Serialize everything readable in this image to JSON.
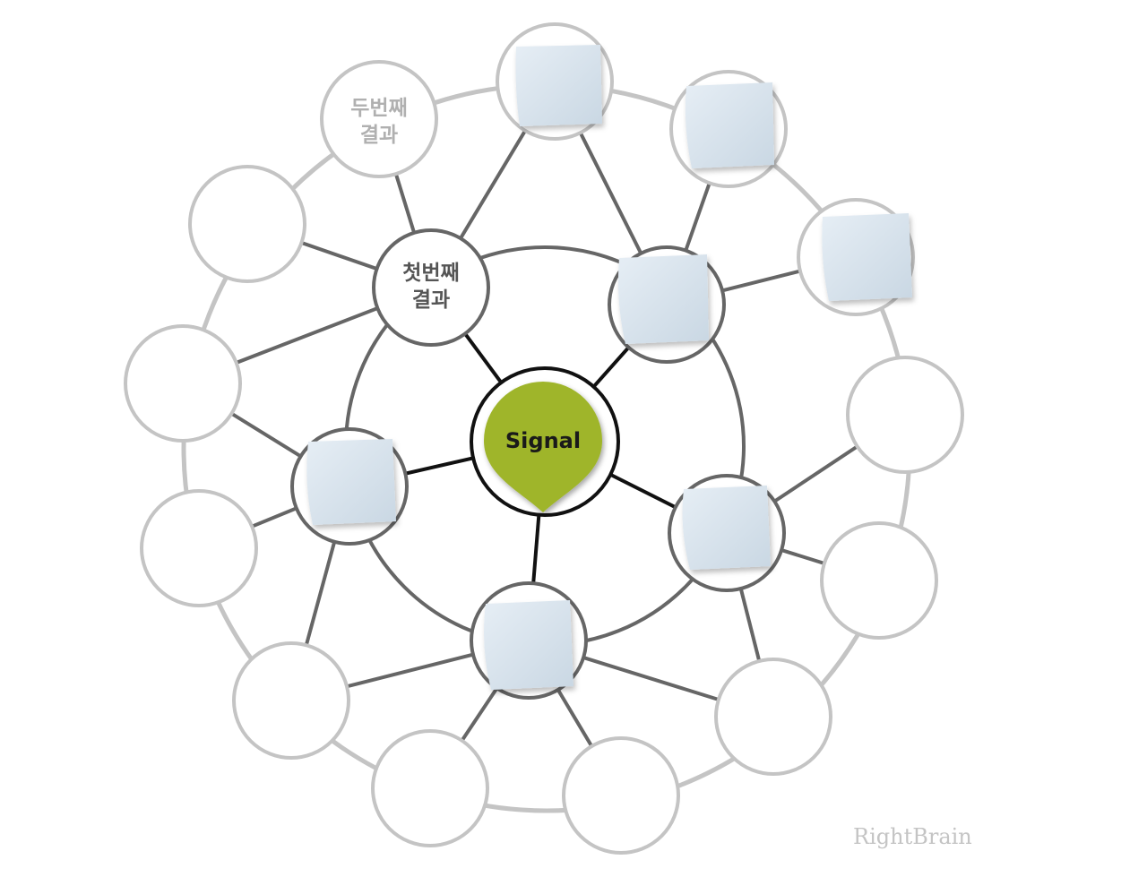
{
  "center": {
    "label": "Signal"
  },
  "first_ring": {
    "labeled_node": {
      "line1": "첫번째",
      "line2": "결과"
    }
  },
  "second_ring": {
    "labeled_node": {
      "line1": "두번째",
      "line2": "결과"
    }
  },
  "watermark": "RightBrain",
  "colors": {
    "center_fill": "#9fb52a",
    "inner_stroke": "#666666",
    "outer_stroke": "#c4c4c4",
    "center_stroke": "#111111",
    "note_fill": "#d9e3ec",
    "label_dark": "#555555",
    "label_light": "#b0b0b0"
  }
}
